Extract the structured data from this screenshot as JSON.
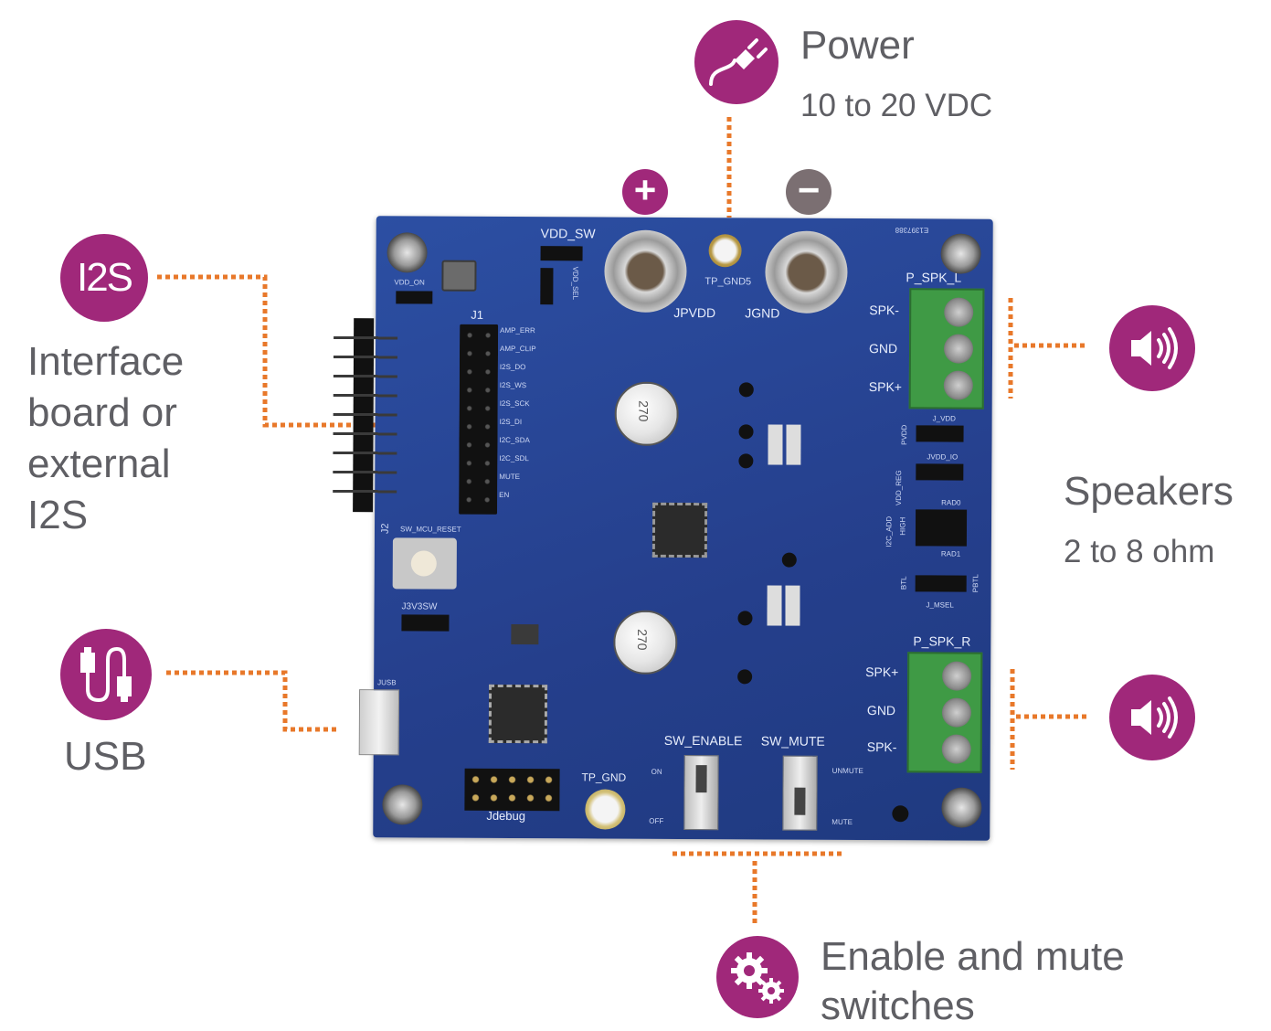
{
  "callouts": {
    "power": {
      "title": "Power",
      "subtitle": "10 to 20 VDC",
      "icon": "plug-icon"
    },
    "i2s": {
      "icon_text": "I2S",
      "label_lines": [
        "Interface",
        "board or",
        "external",
        "I2S"
      ]
    },
    "usb": {
      "label": "USB",
      "icon": "usb-cable-icon"
    },
    "speakers": {
      "title": "Speakers",
      "subtitle": "2 to 8 ohm",
      "icon": "speaker-icon"
    },
    "switches": {
      "label_lines": [
        "Enable and mute",
        "switches"
      ],
      "icon": "gears-icon"
    },
    "polarity": {
      "plus": "+",
      "minus": "−"
    }
  },
  "board": {
    "vdd_sw": "VDD_SW",
    "vdd_on": "VDD_ON",
    "vdd_sel": "VDD_SEL",
    "jpvdd": "JPVDD",
    "jgnd": "JGND",
    "tp_gnd5": "TP_GND5",
    "p_spk_l": "P_SPK_L",
    "p_spk_r": "P_SPK_R",
    "spk_minus": "SPK-",
    "spk_plus": "SPK+",
    "gnd": "GND",
    "j1": "J1",
    "j2": "J2",
    "sw_mcu_reset": "SW_MCU_RESET",
    "j3v3sw": "J3V3SW",
    "jusb": "JUSB",
    "jdebug": "Jdebug",
    "tp_gnd": "TP_GND",
    "sw_enable": "SW_ENABLE",
    "sw_mute": "SW_MUTE",
    "on": "ON",
    "off": "OFF",
    "unmute": "UNMUTE",
    "mute": "MUTE",
    "j_vdd": "J_VDD",
    "jvdd_io": "JVDD_IO",
    "rad0": "RAD0",
    "rad1": "RAD1",
    "j_msel": "J_MSEL",
    "high": "HIGH",
    "btl": "BTL",
    "pbtl": "PBTL",
    "i2c_add": "I2C_ADD",
    "vdd_reg": "VDD_REG",
    "pvdd": "PVDD",
    "j1_pins": [
      "AMP_ERR",
      "AMP_CLIP",
      "I2S_DO",
      "I2S_WS",
      "I2S_SCK",
      "I2S_DI",
      "I2C_SDA",
      "I2C_SDL",
      "MUTE",
      "EN"
    ],
    "cap_text": "270",
    "board_id": "E1397388"
  },
  "colors": {
    "accent": "#a0287a",
    "leader": "#e8782a",
    "pcb": "#2a4a9b",
    "text": "#5f5f64",
    "terminal": "#3f9a45",
    "minus_badge": "#7b6f72"
  }
}
